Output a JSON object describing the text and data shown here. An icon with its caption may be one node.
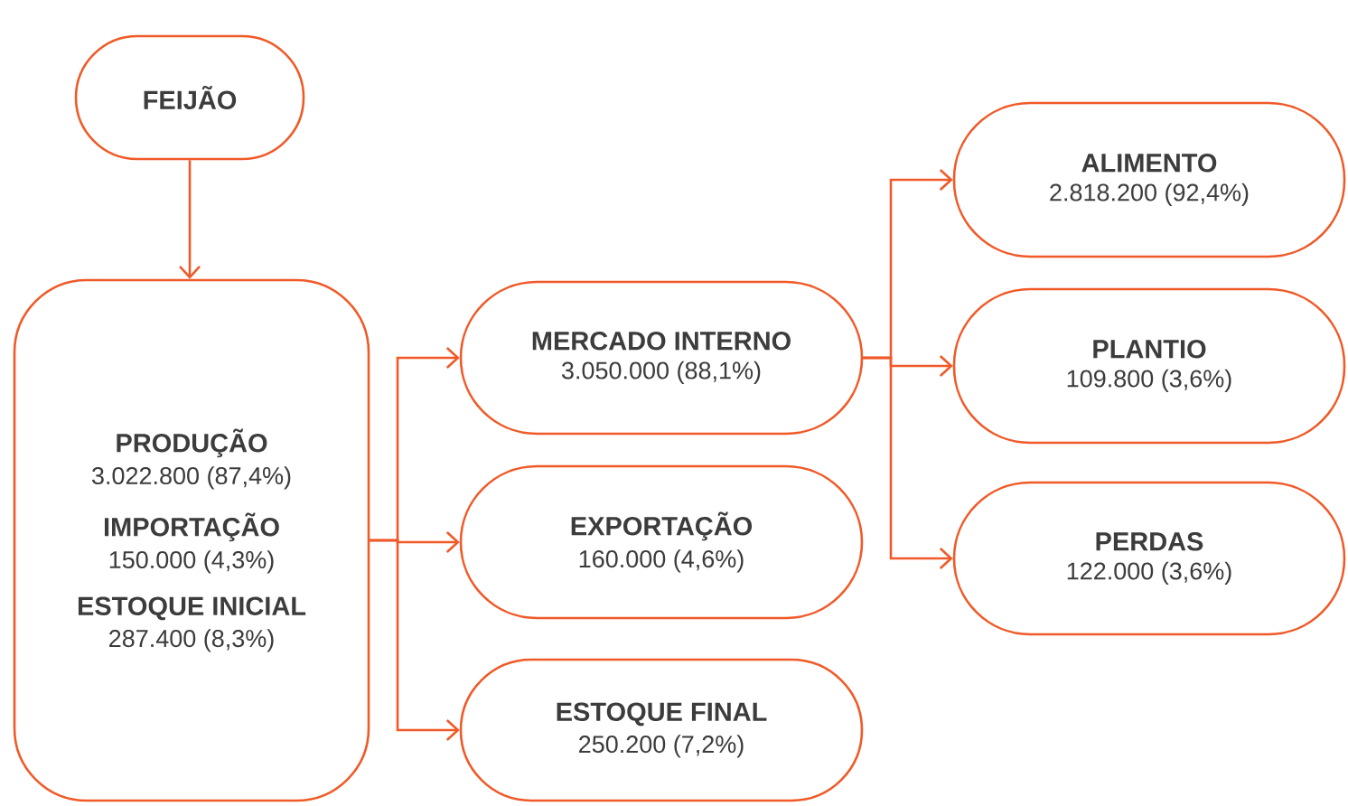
{
  "diagram": {
    "nodes": [
      {
        "text": [
          "FEIJÃO"
        ]
      },
      {
        "text": [
          "PRODUÇÃO",
          "3.022.800 (87,4%)",
          "IMPORTAÇÃO",
          "150.000 (4,3%)",
          "ESTOQUE INICIAL",
          "287.400 (8,3%)"
        ]
      },
      {
        "text": [
          "MERCADO INTERNO",
          "3.050.000 (88,1%)"
        ]
      },
      {
        "text": [
          "EXPORTAÇÃO",
          "160.000 (4,6%)"
        ]
      },
      {
        "text": [
          "ESTOQUE FINAL",
          "250.200 (7,2%)"
        ]
      },
      {
        "text": [
          "ALIMENTO",
          "2.818.200 (92,4%)"
        ]
      },
      {
        "text": [
          "PLANTIO",
          "109.800 (3,6%)"
        ]
      },
      {
        "text": [
          "PERDAS",
          "122.000 (3,6%)"
        ]
      }
    ],
    "edges": [
      {
        "from": 0,
        "to": 1,
        "arrow": "to"
      },
      {
        "from": 1,
        "to": 2,
        "arrow": "to"
      },
      {
        "from": 1,
        "to": 3,
        "arrow": "to"
      },
      {
        "from": 1,
        "to": 4,
        "arrow": "to"
      },
      {
        "from": 2,
        "to": 5,
        "arrow": "to"
      },
      {
        "from": 2,
        "to": 6,
        "arrow": "to"
      },
      {
        "from": 2,
        "to": 7,
        "arrow": "to"
      }
    ]
  }
}
